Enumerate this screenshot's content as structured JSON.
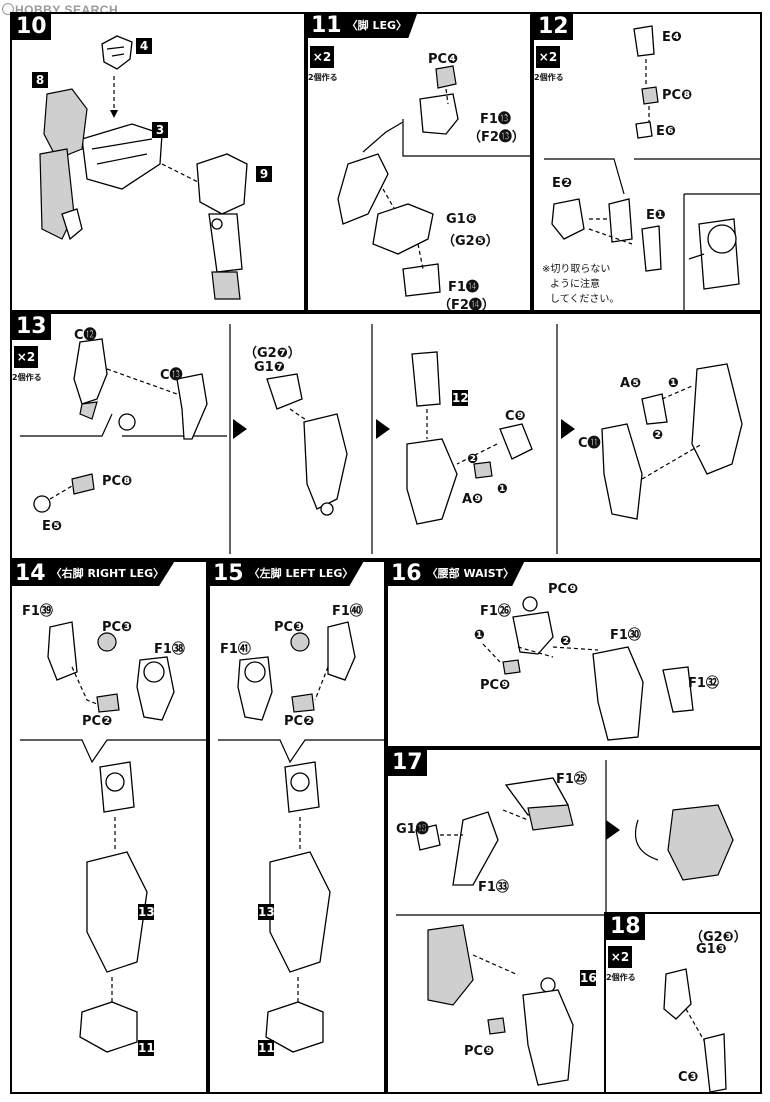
{
  "watermark": "HOBBY SEARCH",
  "steps": {
    "s10": {
      "num": "10",
      "refs": [
        "4",
        "8",
        "3",
        "9"
      ]
    },
    "s11": {
      "num": "11",
      "title": "〈脚 LEG〉",
      "x2": "×2",
      "x2_caption": "2個作る",
      "labels": [
        "PC❹",
        "F1⓭",
        "（F2⓭）",
        "G1❻",
        "（G2❺）",
        "F1⓮",
        "（F2⓮）"
      ]
    },
    "s12": {
      "num": "12",
      "x2": "×2",
      "x2_caption": "2個作る",
      "labels": [
        "E❹",
        "PC❽",
        "E❻",
        "E❷",
        "E❶"
      ],
      "note": [
        "※切り取らない",
        "ように注意",
        "してください。"
      ]
    },
    "s13": {
      "num": "13",
      "x2": "×2",
      "x2_caption": "2個作る",
      "labels": [
        "C⓬",
        "C⓭",
        "PC❽",
        "E❺",
        "（G2❼）",
        "G1❼",
        "C❾",
        "A❾",
        "A❺",
        "C⓫"
      ],
      "refs": [
        "12"
      ],
      "order_marks": [
        "❷",
        "❶",
        "❶",
        "❷"
      ]
    },
    "s14": {
      "num": "14",
      "title": "〈右脚 RIGHT LEG〉",
      "labels": [
        "F1㊴",
        "PC❸",
        "F1㊳",
        "PC❷"
      ],
      "refs": [
        "13",
        "11"
      ]
    },
    "s15": {
      "num": "15",
      "title": "〈左脚 LEFT LEG〉",
      "labels": [
        "F1㊵",
        "PC❸",
        "F1㊶",
        "PC❷"
      ],
      "refs": [
        "13",
        "11"
      ]
    },
    "s16": {
      "num": "16",
      "title": "〈腰部 WAIST〉",
      "labels": [
        "PC❾",
        "F1㉖",
        "F1㉚",
        "PC❾",
        "F1㉜"
      ],
      "order_marks": [
        "❶",
        "❷"
      ]
    },
    "s17": {
      "num": "17",
      "labels": [
        "F1㉕",
        "G1⓲",
        "F1㉝",
        "PC❾"
      ],
      "refs": [
        "16"
      ]
    },
    "s18": {
      "num": "18",
      "x2": "×2",
      "x2_caption": "2個作る",
      "labels": [
        "（G2❸）",
        "G1❸",
        "C❸"
      ]
    }
  }
}
